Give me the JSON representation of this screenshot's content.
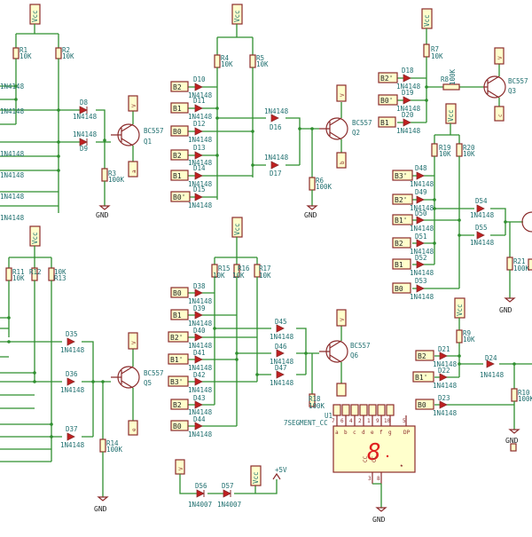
{
  "rails": {
    "vcc": "Vcc",
    "gnd": "GND",
    "v": "V",
    "plus5": "+5V"
  },
  "ports": {
    "b2": "B2",
    "b2p": "B2'",
    "b1": "B1",
    "b1p": "B1'",
    "b0": "B0",
    "b0p": "B0'",
    "b3p": "B3'",
    "a": "a",
    "b": "b",
    "c": "c",
    "e": "e"
  },
  "parts": {
    "q_type": "BC557",
    "q1": "Q1",
    "q2": "Q2",
    "q3": "Q3",
    "q5": "Q5",
    "q6": "Q6",
    "diode": "1N4148",
    "diode_pwr": "1N4007",
    "r10k": "10K",
    "r100k": "100K",
    "r1": "R1",
    "r2": "R2",
    "r3": "R3",
    "r4": "R4",
    "r5": "R5",
    "r6": "R6",
    "r7": "R7",
    "r8": "R8",
    "r9": "R9",
    "r10": "R10",
    "r11": "R11",
    "r12": "R12",
    "r13": "R13",
    "r14": "R14",
    "r15": "R15",
    "r16": "R16",
    "r17": "R17",
    "r18": "R18",
    "r19": "R19",
    "r20": "R20",
    "r21": "R21",
    "d8": "D8",
    "d9": "D9",
    "d10": "D10",
    "d11": "D11",
    "d12": "D12",
    "d13": "D13",
    "d14": "D14",
    "d15": "D15",
    "d16": "D16",
    "d17": "D17",
    "d18": "D18",
    "d19": "D19",
    "d20": "D20",
    "d21": "D21",
    "d22": "D22",
    "d23": "D23",
    "d24": "D24",
    "d35": "D35",
    "d36": "D36",
    "d37": "D37",
    "d38": "D38",
    "d39": "D39",
    "d40": "D40",
    "d41": "D41",
    "d42": "D42",
    "d43": "D43",
    "d44": "D44",
    "d45": "D45",
    "d46": "D46",
    "d47": "D47",
    "d48": "D48",
    "d49": "D49",
    "d50": "D50",
    "d51": "D51",
    "d52": "D52",
    "d53": "D53",
    "d54": "D54",
    "d55": "D55",
    "d56": "D56",
    "d57": "D57"
  },
  "display": {
    "ref": "U1",
    "value": "7SEGMENT_CC",
    "pins_top": [
      "a",
      "b",
      "c",
      "d",
      "e",
      "f",
      "g",
      "DP"
    ],
    "pin_nums_top": [
      "7",
      "6",
      "4",
      "2",
      "1",
      "9",
      "10",
      "5"
    ],
    "digit": "8",
    "cc": "CC",
    "pin_nums_bottom": [
      "3",
      "8"
    ]
  },
  "colors": {
    "wire": "#2f8f2f",
    "component": "#8b2b2b",
    "fill": "#ffffcc",
    "text": "#1f6f6f",
    "diode": "#c02020",
    "segment": "#e02020"
  }
}
